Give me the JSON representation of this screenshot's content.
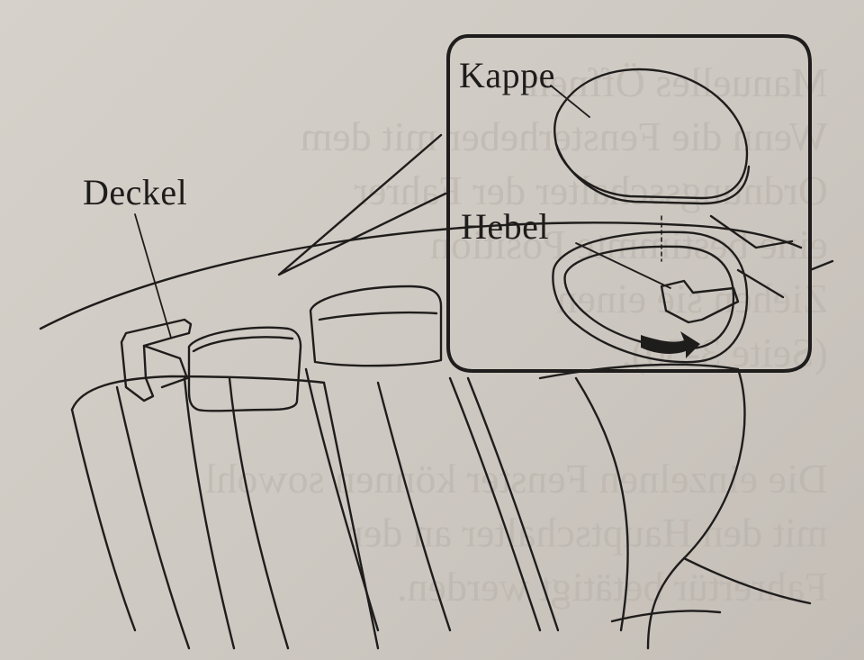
{
  "figure": {
    "labels": {
      "cover": "Deckel",
      "cap": "Kappe",
      "lever": "Hebel"
    },
    "background_text": [
      "Manuelles Öffnen",
      "Wenn die Fensterheber mit dem",
      "Ordnungsschalter der Fahrer",
      "eine bestimmte Position",
      "Ziehen sie einen",
      "(Seite 3-50).",
      "Die einzelnen Fenster können sowohl",
      "mit den Hauptschalter an der",
      "Fahrertür betätigt werden."
    ]
  }
}
